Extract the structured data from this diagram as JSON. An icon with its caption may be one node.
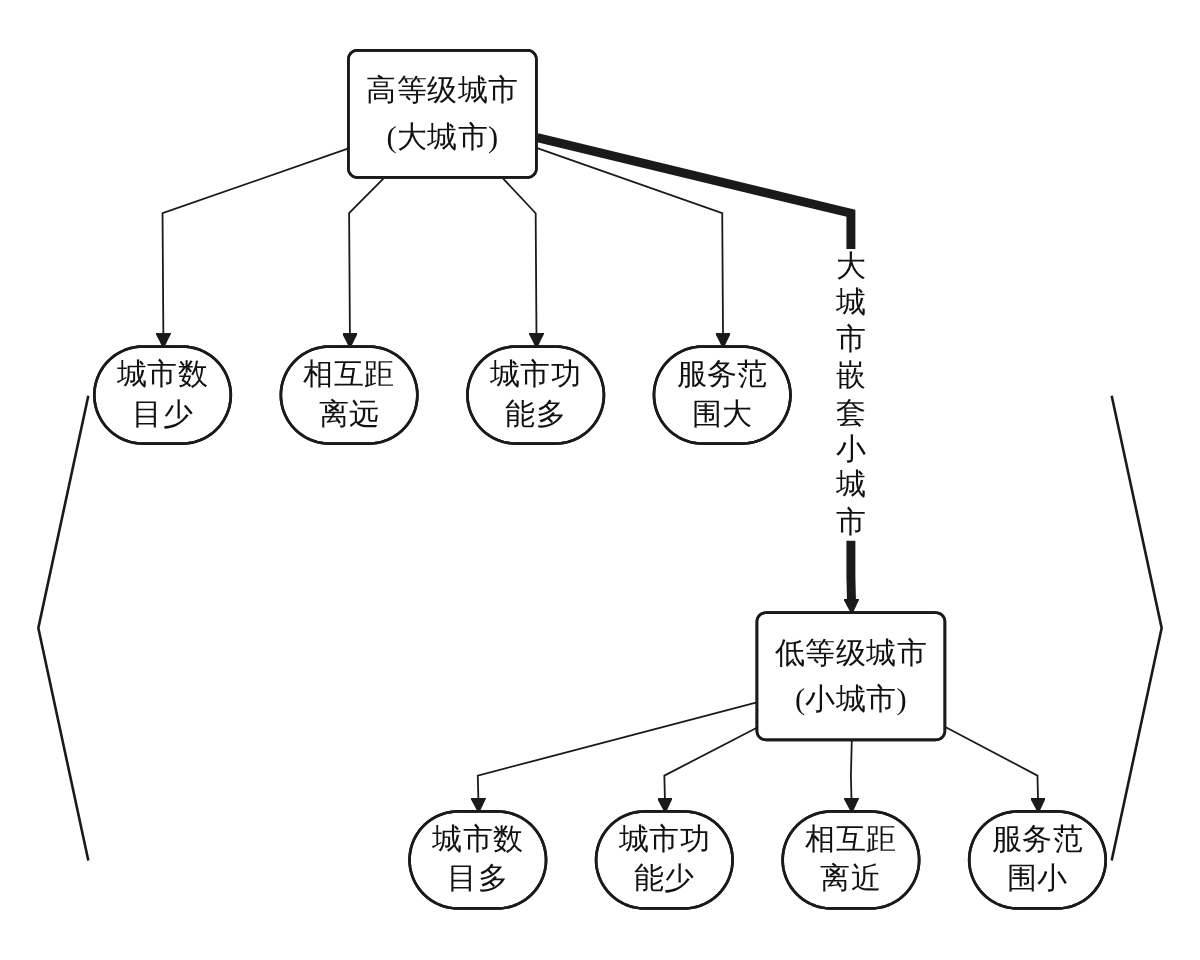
{
  "diagram": {
    "nodes": [
      {
        "text": [
          "城市数目少"
        ]
      },
      {
        "text": [
          "相互距离远"
        ]
      },
      {
        "text": [
          "高等级城市",
          "(大城市)"
        ]
      },
      {
        "text": [
          "城市功能多"
        ]
      },
      {
        "text": [
          "服务范围大"
        ]
      },
      {
        "text": [
          "城市数目多"
        ]
      },
      {
        "text": [
          "相互距离近"
        ]
      },
      {
        "text": [
          "低等级城市",
          "(小城市)"
        ]
      },
      {
        "text": [
          "城市功能少"
        ]
      },
      {
        "text": [
          "服务范围小"
        ]
      }
    ],
    "edges": [
      {
        "from": 2,
        "to": 0,
        "arrow": "to"
      },
      {
        "from": 2,
        "to": 3,
        "arrow": "to"
      },
      {
        "from": 2,
        "to": 7,
        "arrow": "to",
        "label": "大城市嵌套小城市",
        "style": "thick"
      },
      {
        "from": 2,
        "to": 1,
        "arrow": "to"
      },
      {
        "from": 2,
        "to": 4,
        "arrow": "to"
      },
      {
        "from": 7,
        "to": 5,
        "arrow": "to"
      },
      {
        "from": 7,
        "to": 8,
        "arrow": "to"
      },
      {
        "from": 7,
        "to": 6,
        "arrow": "to"
      },
      {
        "from": 7,
        "to": 9,
        "arrow": "to"
      }
    ]
  }
}
